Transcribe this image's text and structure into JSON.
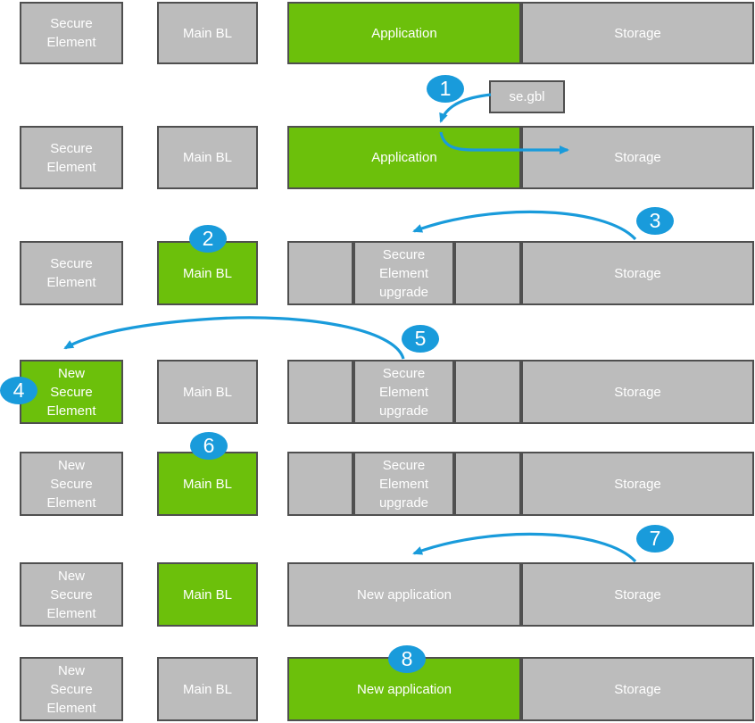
{
  "colors": {
    "green": "#6CC00B",
    "gray": "#BCBCBC",
    "box_border": "#4F4F4F",
    "blue": "#199BDB",
    "label_text": "#FFFFFF"
  },
  "steps": [
    "1",
    "2",
    "3",
    "4",
    "5",
    "6",
    "7",
    "8"
  ],
  "file_box": {
    "label": "se.gbl"
  },
  "rows": [
    {
      "boxes": [
        {
          "label": "Secure\nElement"
        },
        {
          "label": "Main BL"
        },
        {
          "label": "Application"
        },
        {
          "label": "Storage"
        }
      ]
    },
    {
      "boxes": [
        {
          "label": "Secure\nElement"
        },
        {
          "label": "Main BL"
        },
        {
          "label": "Application"
        },
        {
          "label": "Storage"
        }
      ]
    },
    {
      "boxes": [
        {
          "label": "Secure\nElement"
        },
        {
          "label": "Main BL"
        },
        {
          "label": ""
        },
        {
          "label": "Secure\nElement\nupgrade"
        },
        {
          "label": ""
        },
        {
          "label": "Storage"
        }
      ]
    },
    {
      "boxes": [
        {
          "label": "New\nSecure\nElement"
        },
        {
          "label": "Main BL"
        },
        {
          "label": ""
        },
        {
          "label": "Secure\nElement\nupgrade"
        },
        {
          "label": ""
        },
        {
          "label": "Storage"
        }
      ]
    },
    {
      "boxes": [
        {
          "label": "New\nSecure\nElement"
        },
        {
          "label": "Main BL"
        },
        {
          "label": ""
        },
        {
          "label": "Secure\nElement\nupgrade"
        },
        {
          "label": ""
        },
        {
          "label": "Storage"
        }
      ]
    },
    {
      "boxes": [
        {
          "label": "New\nSecure\nElement"
        },
        {
          "label": "Main BL"
        },
        {
          "label": "New application"
        },
        {
          "label": "Storage"
        }
      ]
    },
    {
      "boxes": [
        {
          "label": "New\nSecure\nElement"
        },
        {
          "label": "Main BL"
        },
        {
          "label": "New application"
        },
        {
          "label": "Storage"
        }
      ]
    }
  ]
}
